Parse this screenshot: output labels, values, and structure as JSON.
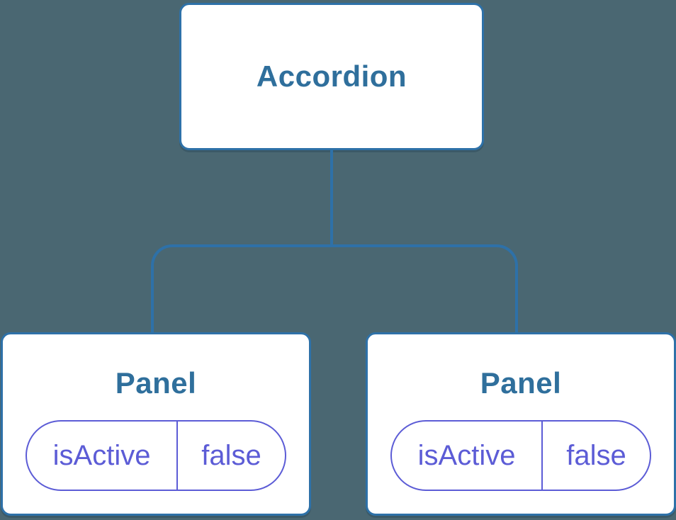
{
  "diagram": {
    "root": {
      "label": "Accordion"
    },
    "panels": [
      {
        "title": "Panel",
        "state": {
          "key": "isActive",
          "value": "false"
        }
      },
      {
        "title": "Panel",
        "state": {
          "key": "isActive",
          "value": "false"
        }
      }
    ],
    "colors": {
      "background": "#4A6772",
      "connector": "#2E71A8",
      "node_border": "#2E71A8",
      "node_background": "#FFFFFF",
      "title_text": "#2F6F9C",
      "state_pill": "#5C5CD6"
    }
  }
}
